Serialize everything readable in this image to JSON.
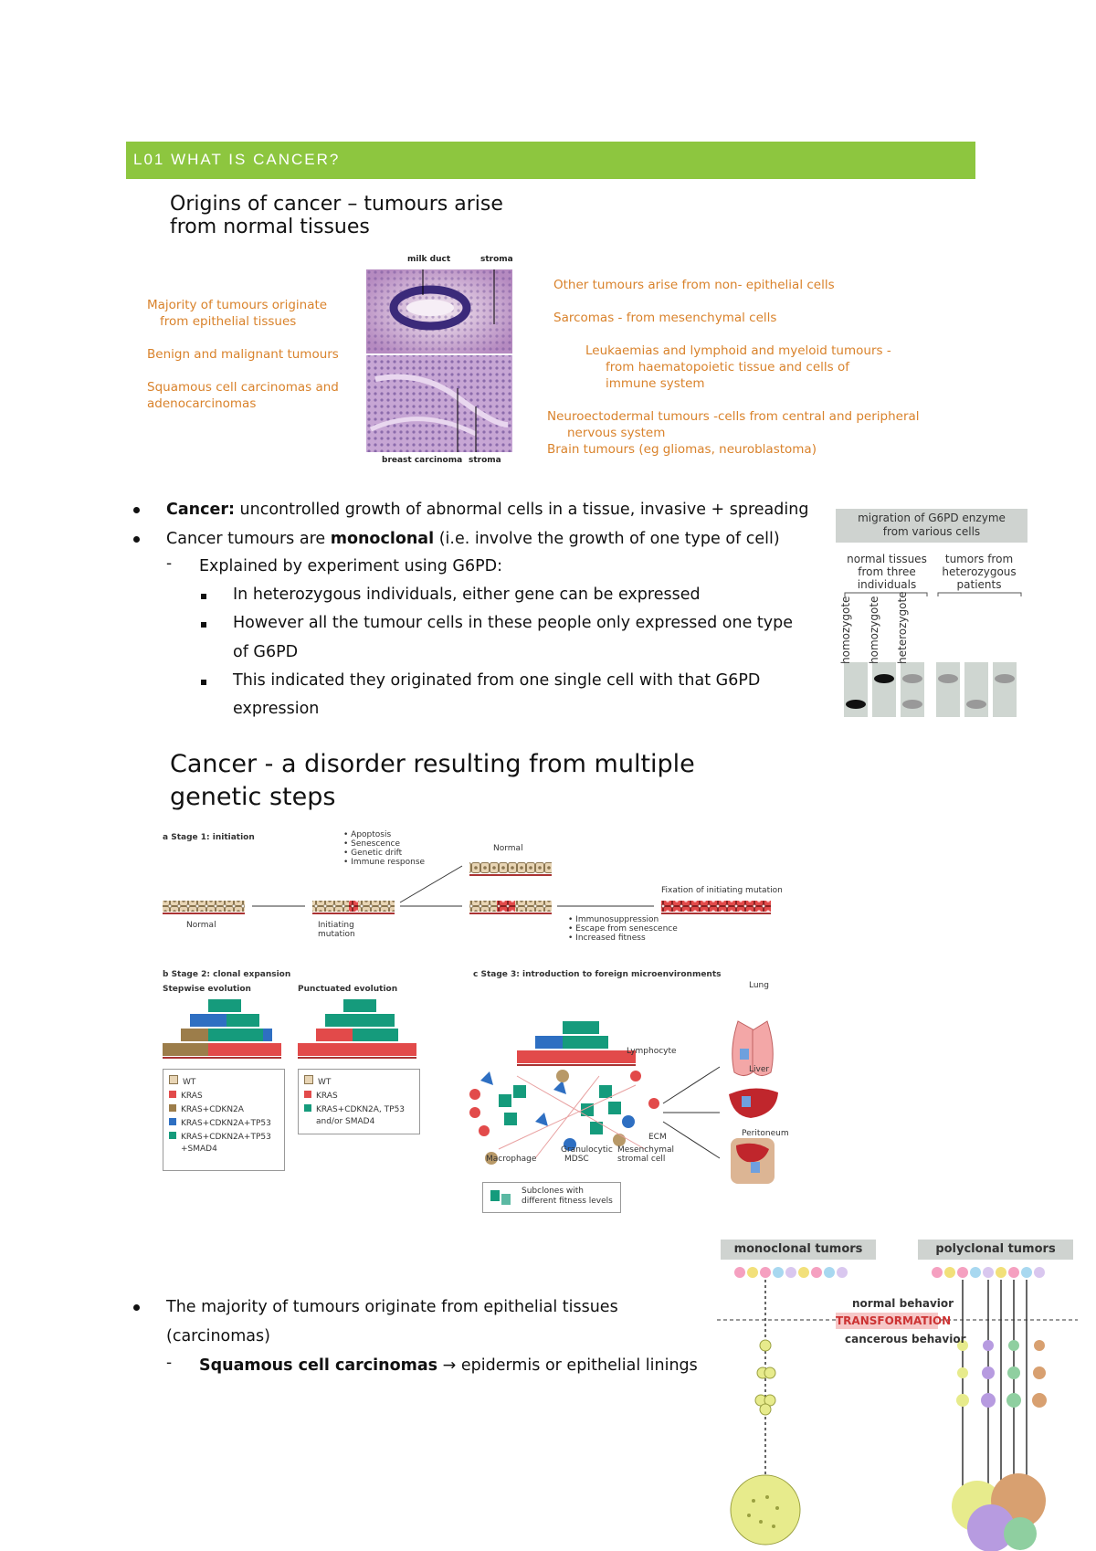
{
  "header": {
    "title": "L01 WHAT IS CANCER?"
  },
  "slide1": {
    "title_line1": "Origins of cancer – tumours arise",
    "title_line2": "from normal tissues",
    "left_items": [
      "Majority of tumours originate",
      "from epithelial tissues",
      "Benign and malignant tumours",
      "Squamous cell carcinomas and",
      "adenocarcinomas"
    ],
    "image_labels": {
      "milk_duct": "milk duct",
      "stroma_top": "stroma",
      "breast_carcinoma": "breast carcinoma",
      "stroma_bottom": "stroma"
    },
    "right_items": [
      "Other tumours arise from non- epithelial cells",
      "Sarcomas - from mesenchymal cells",
      "Leukaemias  and lymphoid and myeloid tumours -",
      "from haematopoietic tissue and cells of",
      "immune system",
      "Neuroectodermal tumours -cells from central and peripheral",
      "nervous system",
      "Brain tumours (eg gliomas, neuroblastoma)"
    ]
  },
  "bullets": {
    "b1_bold": "Cancer:",
    "b1_text": " uncontrolled growth of abnormal cells in a tissue, invasive + spreading",
    "b2_pre": "Cancer tumours are ",
    "b2_bold": "monoclonal",
    "b2_post": " (i.e. involve the growth of one type of cell)",
    "sub1": "Explained by experiment using G6PD:",
    "sub1_items": [
      "In heterozygous individuals, either gene can be expressed",
      "However all the tumour cells in these people only expressed one type",
      "of G6PD",
      "This indicated they originated from one single cell with that G6PD",
      "expression"
    ]
  },
  "g6pd": {
    "title1": "migration of G6PD enzyme",
    "title2": "from various cells",
    "group1_1": "normal tissues",
    "group1_2": "from three",
    "group1_3": "individuals",
    "group2_1": "tumors from",
    "group2_2": "heterozygous",
    "group2_3": "patients",
    "lanes": [
      "homozygote",
      "homozygote",
      "heterozygote"
    ]
  },
  "slide2": {
    "title_line1": "Cancer - a disorder resulting from multiple",
    "title_line2": "genetic steps",
    "stage1": "a  Stage 1: initiation",
    "normal_left": "Normal",
    "initiating": "Initiating",
    "mutation": "mutation",
    "normal_top": "Normal",
    "fates": [
      "• Apoptosis",
      "• Senescence",
      "• Genetic drift",
      "• Immune response"
    ],
    "fixation": "Fixation of initiating mutation",
    "escape": [
      "• Immunosuppression",
      "• Escape from senescence",
      "• Increased fitness"
    ],
    "stage2": "b  Stage 2: clonal expansion",
    "stepwise": "Stepwise evolution",
    "punctuated": "Punctuated evolution",
    "legend1": [
      "WT",
      "KRAS",
      "KRAS+CDKN2A",
      "KRAS+CDKN2A+TP53",
      "KRAS+CDKN2A+TP53",
      "+SMAD4"
    ],
    "legend2": [
      "WT",
      "KRAS",
      "KRAS+CDKN2A, TP53",
      "and/or SMAD4"
    ],
    "stage3": "c  Stage 3: introduction to foreign microenvironments",
    "lymphocyte": "Lymphocyte",
    "ecm": "ECM",
    "granulocytic": "Granulocytic",
    "mdsc": "MDSC",
    "macrophage": "Macrophage",
    "mesenchymal": "Mesenchymal",
    "stromal": "stromal cell",
    "subclones1": "Subclones with",
    "subclones2": "different fitness levels",
    "lung": "Lung",
    "liver": "Liver",
    "peritoneum": "Peritoneum"
  },
  "bottom": {
    "b_text1": "The majority of tumours originate from epithelial tissues",
    "b_text2": "(carcinomas)",
    "sub_bold": "Squamous cell carcinomas",
    "sub_text": " → epidermis or epithelial linings"
  },
  "mono": {
    "left_title": "monoclonal tumors",
    "right_title": "polyclonal tumors",
    "normal": "normal behavior",
    "transformation": "TRANSFORMATION",
    "cancerous": "cancerous behavior"
  }
}
